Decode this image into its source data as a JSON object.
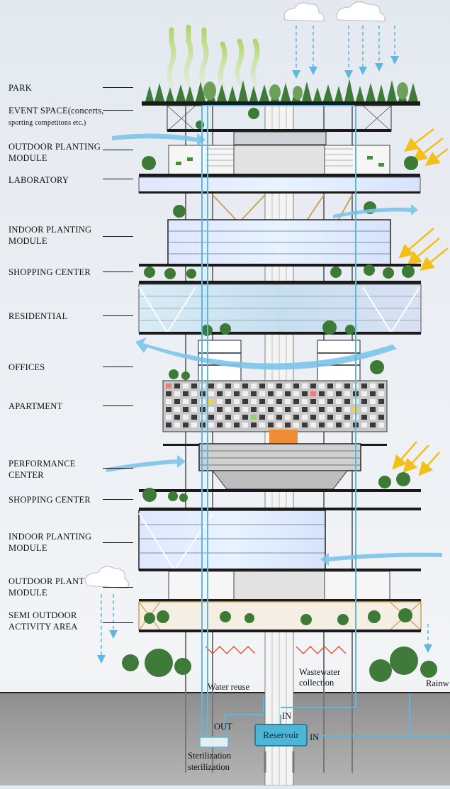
{
  "labels": [
    {
      "id": "park",
      "lines": [
        "PARK"
      ]
    },
    {
      "id": "event-space",
      "lines": [
        "EVENT SPACE(concerts,",
        "sporting competitons etc.)"
      ]
    },
    {
      "id": "outdoor-planting-top",
      "lines": [
        "OUTDOOR PLANTING",
        "MODULE"
      ]
    },
    {
      "id": "laboratory",
      "lines": [
        "LABORATORY"
      ]
    },
    {
      "id": "indoor-planting-top",
      "lines": [
        "INDOOR PLANTING",
        "MODULE"
      ]
    },
    {
      "id": "shopping-top",
      "lines": [
        "SHOPPING CENTER"
      ]
    },
    {
      "id": "residential",
      "lines": [
        "RESIDENTIAL"
      ]
    },
    {
      "id": "offices",
      "lines": [
        "OFFICES"
      ]
    },
    {
      "id": "apartment",
      "lines": [
        "APARTMENT"
      ]
    },
    {
      "id": "performance",
      "lines": [
        "PERFORMANCE",
        "CENTER"
      ]
    },
    {
      "id": "shopping-bottom",
      "lines": [
        "SHOPPING CENTER"
      ]
    },
    {
      "id": "indoor-planting-bottom",
      "lines": [
        "INDOOR PLANTING",
        "MODULE"
      ]
    },
    {
      "id": "outdoor-planting-bottom",
      "lines": [
        "OUTDOOR PLANT",
        "MODULE"
      ]
    },
    {
      "id": "semi-outdoor",
      "lines": [
        "SEMI OUTDOOR",
        "ACTIVITY AREA"
      ]
    }
  ],
  "annotations": {
    "water_reuse": "Water reuse",
    "wastewater_1": "Wastewater",
    "wastewater_2": "collection",
    "rainwater": "Rainw",
    "out": "OUT",
    "in_top": "IN",
    "in_right": "IN",
    "reservoir": "Reservoir",
    "sterilization_1": "Sterilization",
    "sterilization_2": "sterilization"
  },
  "colors": {
    "water": "#5bb8e0",
    "airflow": "#7cc4ea",
    "sun": "#f2c018",
    "oxygen": "#a9d46a",
    "glass": "#cfe6f2",
    "slab": "#1a1a1a",
    "ground": "#9a9a9a"
  }
}
